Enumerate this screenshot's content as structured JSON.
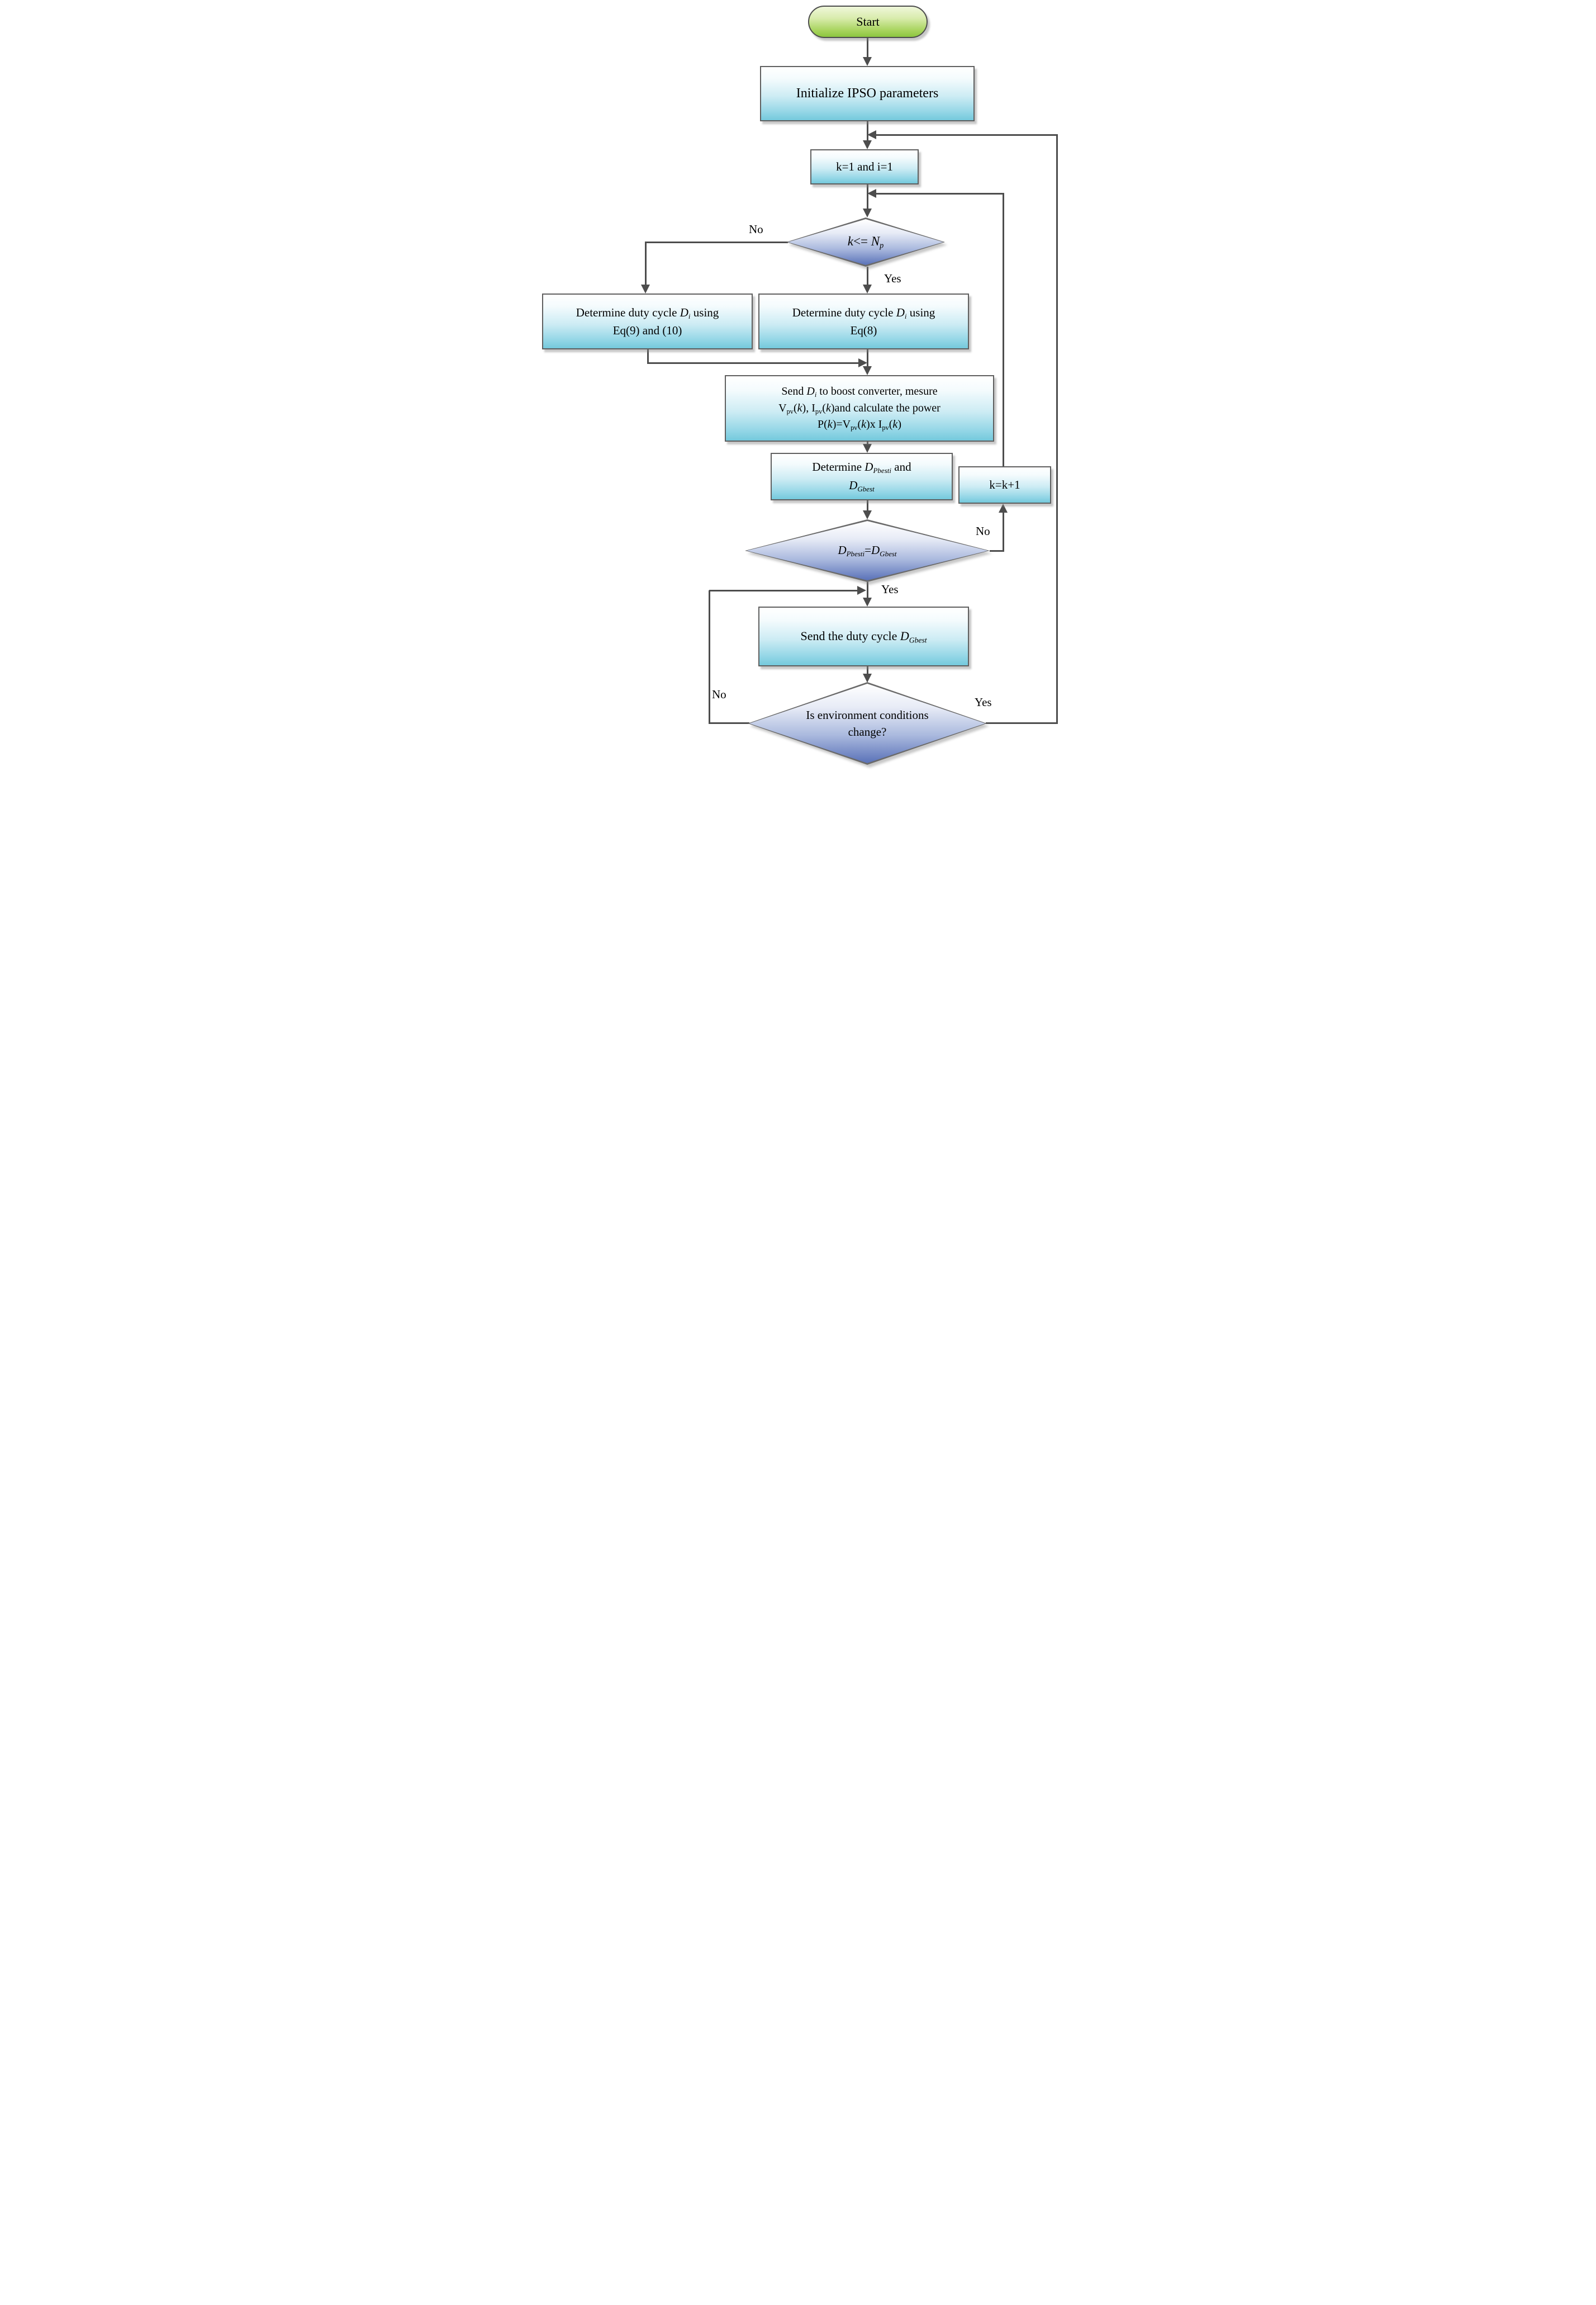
{
  "title": "IPSO MPPT algorithm flowchart",
  "colors": {
    "start_top": "#eff7da",
    "start_bottom": "#8cc63f",
    "process_top": "#ffffff",
    "process_bottom": "#74c9dc",
    "diamond_top": "#ffffff",
    "diamond_bottom": "#5a72b8",
    "line": "#4d4d4d",
    "border": "#5f5f5f",
    "text": "#000000"
  },
  "nodes": {
    "start": {
      "text": "Start"
    },
    "init": {
      "text": "Initialize IPSO parameters"
    },
    "k1i1": {
      "text": "k=1 and i=1"
    },
    "d1": {
      "s1": "k",
      "s2": "<= ",
      "s3": "N",
      "s4": "p"
    },
    "box910": {
      "l1a": "Determine duty cycle ",
      "l1b": "D",
      "l1c": "i",
      "l1d": " using",
      "l2": "Eq(9) and (10)"
    },
    "box8": {
      "l1a": "Determine duty cycle ",
      "l1b": "D",
      "l1c": "i",
      "l1d": " using",
      "l2": "Eq(8)"
    },
    "send": {
      "l1a": "Send ",
      "l1b": "D",
      "l1c": "i",
      "l1d": " to boost converter, mesure",
      "l2a": "V",
      "l2b": "pv",
      "l2c": "(",
      "l2d": "k",
      "l2e": "), I",
      "l2f": "pv",
      "l2g": "(",
      "l2h": "k",
      "l2i": ")and calculate the power",
      "l3a": "P(",
      "l3b": "k",
      "l3c": ")=V",
      "l3d": "pv",
      "l3e": "(",
      "l3f": "k",
      "l3g": ")x I",
      "l3h": "pv",
      "l3i": "(",
      "l3j": "k",
      "l3k": ")"
    },
    "determine": {
      "l1a": "Determine ",
      "l1b": "D",
      "l1c": "Pbesti",
      "l1d": " and",
      "l2a": "D",
      "l2b": "Gbest"
    },
    "kk1": {
      "text": "k=k+1"
    },
    "d2": {
      "s1": "D",
      "s2": "Pbesti",
      "s3": "=",
      "s4": "D",
      "s5": "Gbest"
    },
    "sendduty": {
      "l1a": "Send the duty cycle ",
      "l1b": "D",
      "l1c": "Gbest"
    },
    "d3": {
      "l1": "Is environment conditions",
      "l2": "change?"
    }
  },
  "edges": {
    "d1_no": "No",
    "d1_yes": "Yes",
    "d2_no": "No",
    "d2_yes": "Yes",
    "d3_no": "No",
    "d3_yes": "Yes"
  }
}
